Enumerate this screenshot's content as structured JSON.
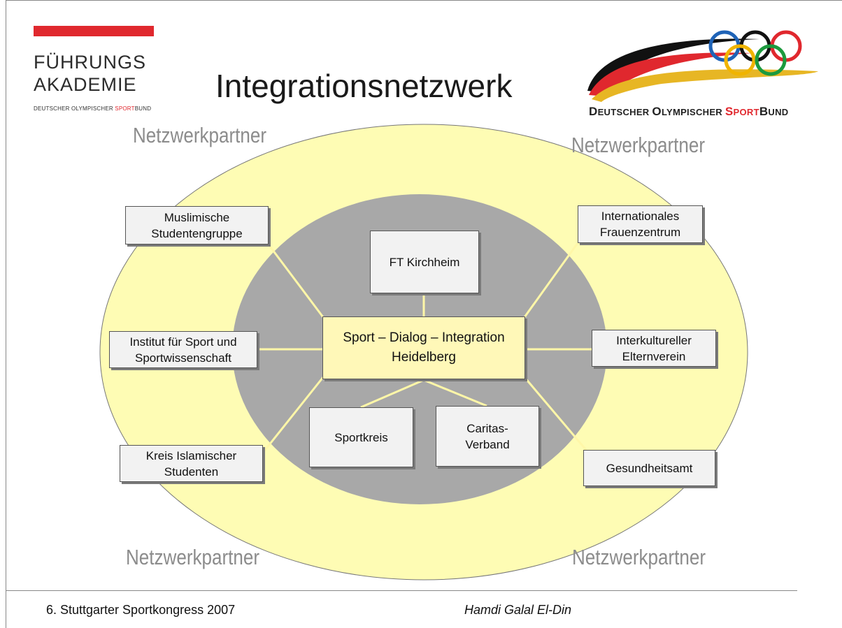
{
  "header": {
    "logo_left": {
      "line1": "FÜHRUNGS",
      "line2": "AKADEMIE",
      "subline_a": "DEUTSCHER OLYMPISCHER ",
      "subline_b": "SPORT",
      "subline_c": "BUND"
    },
    "title": "Integrationsnetzwerk",
    "logo_right": {
      "part1_initial": "D",
      "part1_rest": "EUTSCHER ",
      "part2_initial": "O",
      "part2_rest": "LYMPISCHER ",
      "part3_initial": "S",
      "part3_rest": "PORT",
      "part4_initial": "B",
      "part4_rest": "UND"
    }
  },
  "diagram": {
    "corner_labels": [
      "Netzwerkpartner",
      "Netzwerkpartner",
      "Netzwerkpartner",
      "Netzwerkpartner"
    ],
    "center": {
      "line1": "Sport – Dialog – Integration",
      "line2": "Heidelberg"
    },
    "inner_boxes": {
      "ft": [
        "FT Kirchheim"
      ],
      "sportkreis": [
        "Sportkreis"
      ],
      "caritas": [
        "Caritas-",
        "Verband"
      ]
    },
    "outer_boxes": {
      "muslimische": [
        "Muslimische",
        "Studentengruppe"
      ],
      "institut": [
        "Institut für Sport und",
        "Sportwissenschaft"
      ],
      "kreis": [
        "Kreis Islamischer",
        "Studenten"
      ],
      "internationales": [
        "Internationales",
        "Frauenzentrum"
      ],
      "interkultureller": [
        "Interkultureller",
        "Elternverein"
      ],
      "gesundheitsamt": [
        "Gesundheitsamt"
      ]
    },
    "colors": {
      "outer_ellipse": "#fefcb4",
      "inner_ellipse": "#a8a8a8",
      "connector": "#fff7a8",
      "center_box": "#fff8b8",
      "box": "#f2f2f2"
    }
  },
  "footer": {
    "left": "6. Stuttgarter Sportkongress 2007",
    "right": "Hamdi Galal El-Din"
  }
}
